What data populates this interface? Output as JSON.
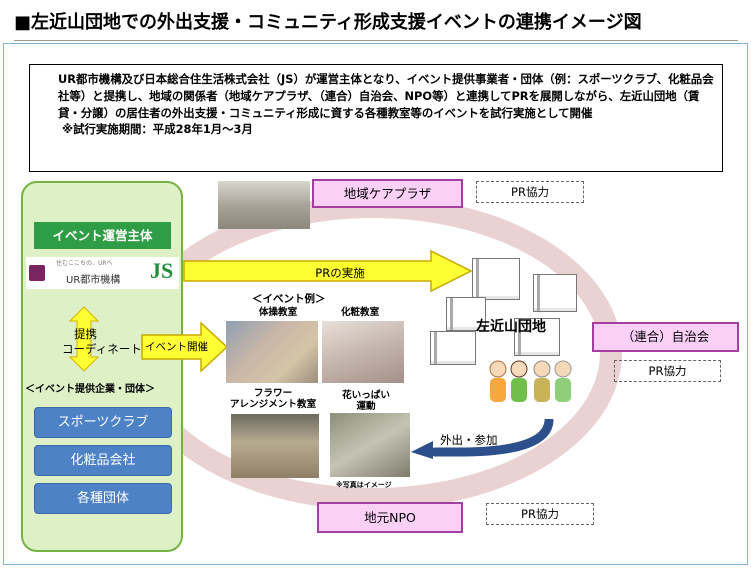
{
  "title": "■左近山団地での外出支援・コミュニティ形成支援イベントの連携イメージ図",
  "description": {
    "body": "UR都市機構及び日本総合住生活株式会社（JS）が運営主体となり、イベント提供事業者・団体（例：スポーツクラブ、化粧品会社等）と提携し、地域の関係者（地域ケアプラザ、（連合）自治会、NPO等）と連携してPRを展開しながら、左近山団地（賃貸・分譲）の居住者の外出支援・コミュニティ形成に資する各種教室等のイベントを試行実施として開催",
    "period": "※試行実施期間：平成28年1月～3月"
  },
  "left_panel": {
    "organizer_label": "イベント運営主体",
    "logos": {
      "ur_small": "住むここちの、URへ",
      "ur_name": "UR都市機構",
      "js_mark": "JS"
    },
    "coord_line1": "提携",
    "coord_line2": "コーディネート",
    "companies_title": "＜イベント提供企業・団体＞",
    "organizations": [
      "スポーツクラブ",
      "化粧品会社",
      "各種団体"
    ]
  },
  "partners": {
    "care_plaza": "地域ケアプラザ",
    "jichikai": "（連合）自治会",
    "npo": "地元NPO",
    "pr_label": "PR協力"
  },
  "arrows": {
    "pr": "PRの実施",
    "event": "イベント開催",
    "outing": "外出・参加"
  },
  "events": {
    "title": "＜イベント例＞",
    "taiso": "体操教室",
    "kesho": "化粧教室",
    "flower_line1": "フラワー",
    "flower_line2": "アレンジメント教室",
    "hana_line1": "花いっぱい",
    "hana_line2": "運動",
    "photo_note": "※写真はイメージ"
  },
  "danchi": {
    "name": "左近山団地"
  },
  "colors": {
    "organizer_green": "#2e9d45",
    "panel_bg": "#ddf0c6",
    "org_button_blue": "#4e82c6",
    "partner_pink": "#fad0f7",
    "ring_pink": "#ead2d2",
    "arrow_yellow": "#ffff33"
  }
}
